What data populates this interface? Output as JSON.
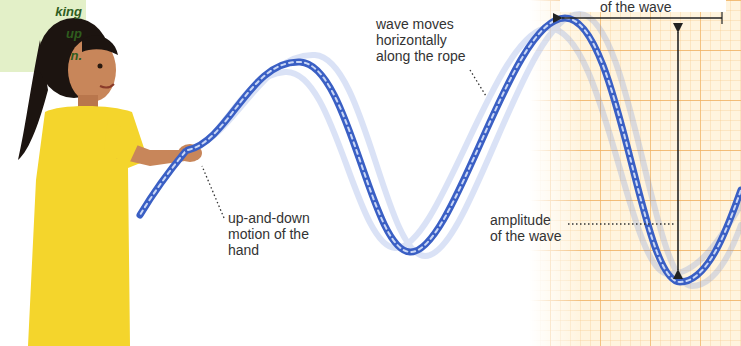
{
  "diagram": {
    "labels": [
      "king",
      "up",
      "n.",
      "wave moves horizontally along the rope",
      "up-and-down motion of the hand",
      "amplitude of the wave",
      "of the wave"
    ]
  }
}
